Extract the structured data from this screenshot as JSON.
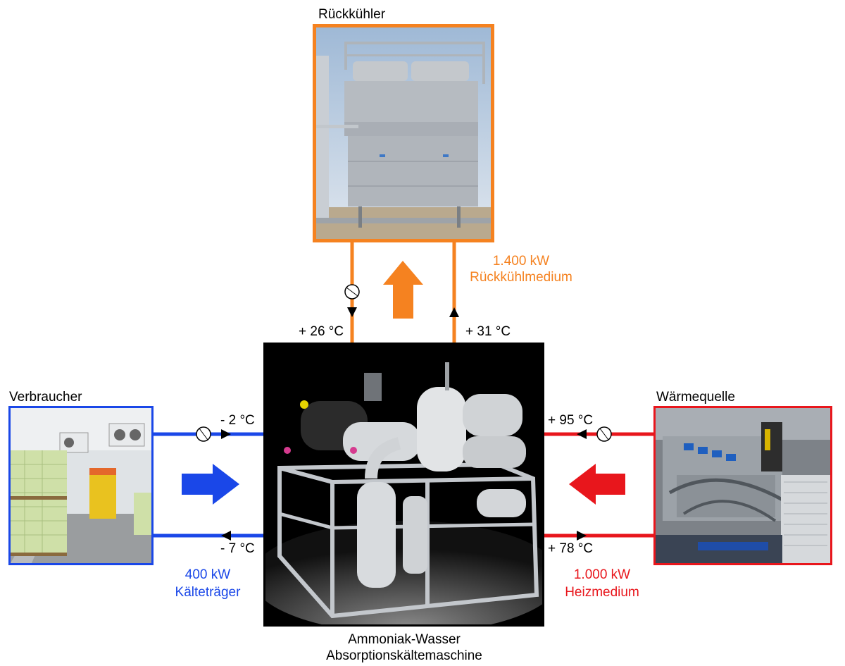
{
  "colors": {
    "cooling": "#f58220",
    "chilled": "#1a47e8",
    "heating": "#e8161c",
    "frame": "#000000"
  },
  "labels": {
    "cooler_title": "Rückkühler",
    "consumer_title": "Verbraucher",
    "heat_source_title": "Wärmequelle",
    "machine_name_line1": "Ammoniak-Wasser",
    "machine_name_line2": "Absorptionskältemaschine"
  },
  "flows": {
    "cooling": {
      "power": "1.400 kW",
      "medium": "Rückkühlmedium",
      "supply_temp": "+ 26 °C",
      "return_temp": "+ 31 °C"
    },
    "chilled": {
      "power": "400 kW",
      "medium": "Kälteträger",
      "supply_temp": "- 2 °C",
      "return_temp": "- 7 °C"
    },
    "heating": {
      "power": "1.000 kW",
      "medium": "Heizmedium",
      "supply_temp": "+ 95 °C",
      "return_temp": "+ 78 °C"
    }
  },
  "icons": {
    "pump": "pump-icon",
    "flow_arrow": "flow-direction-arrow-icon",
    "big_arrow": "energy-flow-arrow-icon"
  }
}
